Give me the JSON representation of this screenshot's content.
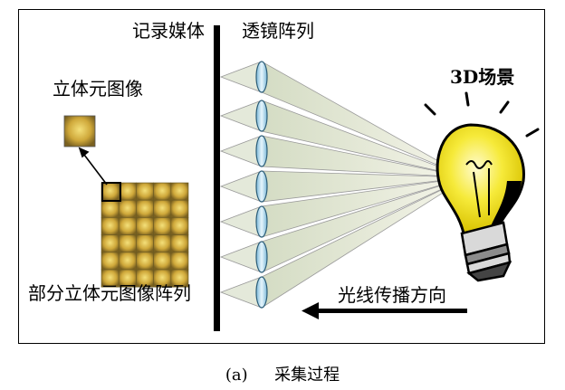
{
  "labels": {
    "recording_medium": "记录媒体",
    "lens_array": "透镜阵列",
    "scene_3d": "3D场景",
    "elemental_image": "立体元图像",
    "partial_elemental_array": "部分立体元图像阵列",
    "light_direction": "光线传播方向"
  },
  "caption": {
    "letter": "(a)",
    "title": "采集过程"
  },
  "colors": {
    "lens_fill": "#bfe0f0",
    "ray_fill": "#dfe6d2",
    "bulb_yellow": "#f3e21a",
    "element_gold": "#c9a53a",
    "medium": "#000000"
  }
}
